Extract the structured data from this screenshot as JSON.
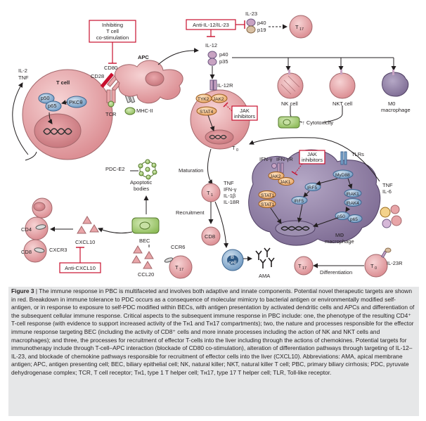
{
  "labels": {
    "inhibiting": [
      "Inhibiting",
      "T cell",
      "co-stimulation"
    ],
    "anti_il12": "Anti-IL-12/IL-23",
    "il23": "IL-23",
    "p40": "p40",
    "p19": "p19",
    "th17": "17",
    "il12": "IL-12",
    "p35": "p35",
    "il2": "IL-2",
    "tnf": "TNF",
    "tcell": "T cell",
    "cd80": "CD80",
    "cd28": "CD28",
    "apc": "APC",
    "tcr": "TCR",
    "mhc": "MHC-II",
    "p50": "p50",
    "p65": "p65",
    "pkc": "PKCθ",
    "il12r": "IL-12R",
    "tyk2": "TYK2",
    "jak2": "JAK2",
    "stat4": "STAT4",
    "th0": "0",
    "jak_inh": [
      "JAK",
      "inhibitors"
    ],
    "nk": "NK cell",
    "nkt": "NKT cell",
    "m0": [
      "M0",
      "macrophage"
    ],
    "cytotox": "↑ Cytotoxicity",
    "pdc": "PDC-E2",
    "apoptotic": [
      "Apoptotic",
      "bodies"
    ],
    "maturation": "Maturation",
    "th1": "1",
    "cytokines": [
      "TNF",
      "IFN-γ",
      "IL-1β",
      "IL-18R"
    ],
    "recruitment": "Recruitment",
    "cd8": "CD8",
    "cd4": "CD4",
    "bec": "BEC",
    "cxcr3": "CXCR3",
    "cxcl10": "CXCL10",
    "anti_cxcl10": "Anti-CXCL10",
    "ccl20": "CCL20",
    "ccr6": "CCR6",
    "bcell": [
      "B",
      "cell"
    ],
    "ama": "AMA",
    "ifng": "IFN-γ",
    "ifngr": "IFN-γR",
    "jak_inh2": [
      "JAK",
      "inhibitors"
    ],
    "tlrs": "TLRs",
    "myd88": "MyD88",
    "jak1": "JAK1",
    "stat1": "STAT1",
    "irf5": "IRF5",
    "irak1": "IRAK1",
    "irak4": "IRAK4",
    "m_macro": [
      "MΘ",
      "macrophage"
    ],
    "tnf_il6": [
      "TNF",
      "IL-6"
    ],
    "differentiation": "Differentiation",
    "il23r": "IL-23R"
  },
  "caption": {
    "title": "Figure 3",
    "text": "| The immune response in PBC is multifaceted and involves both adaptive and innate components. Potential novel therapeutic targets are shown in red. Breakdown in immune tolerance to PDC occurs as a consequence of molecular mimicry to bacterial antigen or environmentally modified self-antigen, or in response to exposure to self-PDC modified within BECs, with antigen presentation by activated dendritic cells and APCs and differentiation of the subsequent cellular immune response. Critical aspects to the subsequent immune response in PBC include: one, the phenotype of the resulting CD4⁺ T-cell response (with evidence to support increased activity of the Tʜ1 and Tʜ17 compartments); two, the nature and processes responsible for the effector immune response targeting BEC (including the activity of CD8⁺ cells and more innate processes including the action of NK and NKT cells and macrophages); and three, the processes for recruitment of effector T-cells into the liver including through the actions of chemokines. Potential targets for immunotherapy include through T-cell–APC interaction (blockade of CD80 co-stimulation), alteration of differentiation pathways through targeting of IL-12–IL-23, and blockade of chemokine pathways responsible for recruitment of effector cells into the liver (CXCL10). Abbreviations: AMA, apical membrane antigen; APC, antigen presenting cell; BEC, biliary epithelial cell; NK, natural killer; NKT, natural killer T cell; PBC, primary biliary cirrhosis; PDC, pyruvate dehydrogenase complex; TCR, T cell receptor; Tʜ1, type 1 T helper cell; Tʜ17, type 17 T helper cell; TLR, Toll-like receptor."
  },
  "colors": {
    "cell_pink": "#e8a5a8",
    "nucleus": "#d88d92",
    "red": "#c8102e",
    "green": "#8fbc5a",
    "purple": "#6e5a82",
    "macro_purple": "#8a7b9d",
    "orange": "#f3c28b",
    "blue": "#7ea8cf"
  }
}
